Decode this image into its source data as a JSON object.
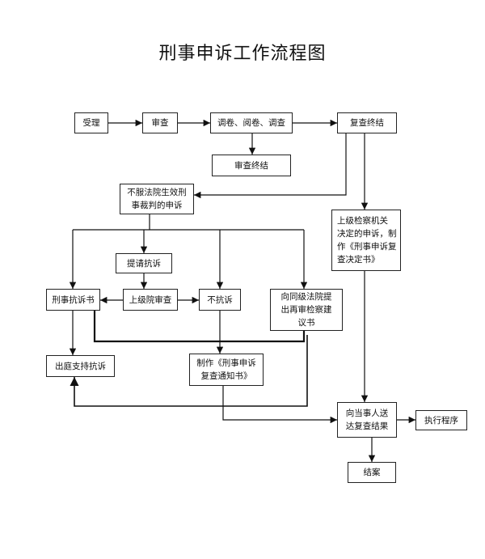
{
  "title": "刑事申诉工作流程图",
  "nodes": {
    "accept": "受理",
    "review": "审查",
    "investigate": "调卷、阅卷、调查",
    "review_concluded": "审查终结",
    "reexam_concluded": "复查终结",
    "dissatisfied": "不服法院生效刑\n事裁判的申诉",
    "upper_decision": "上级检察机关\n决定的申诉，制\n作《刑事申诉复\n查决定书》",
    "request_protest": "提请抗诉",
    "protest_doc": "刑事抗诉书",
    "upper_review": "上级院审查",
    "no_protest": "不抗诉",
    "retrial_suggest": "向同级法院提\n出再审检察建\n议书",
    "court_support": "出庭支持抗诉",
    "make_notice": "制作《刑事申诉\n复查通知书》",
    "deliver": "向当事人送\n达复查结果",
    "execute": "执行程序",
    "close": "结案"
  }
}
